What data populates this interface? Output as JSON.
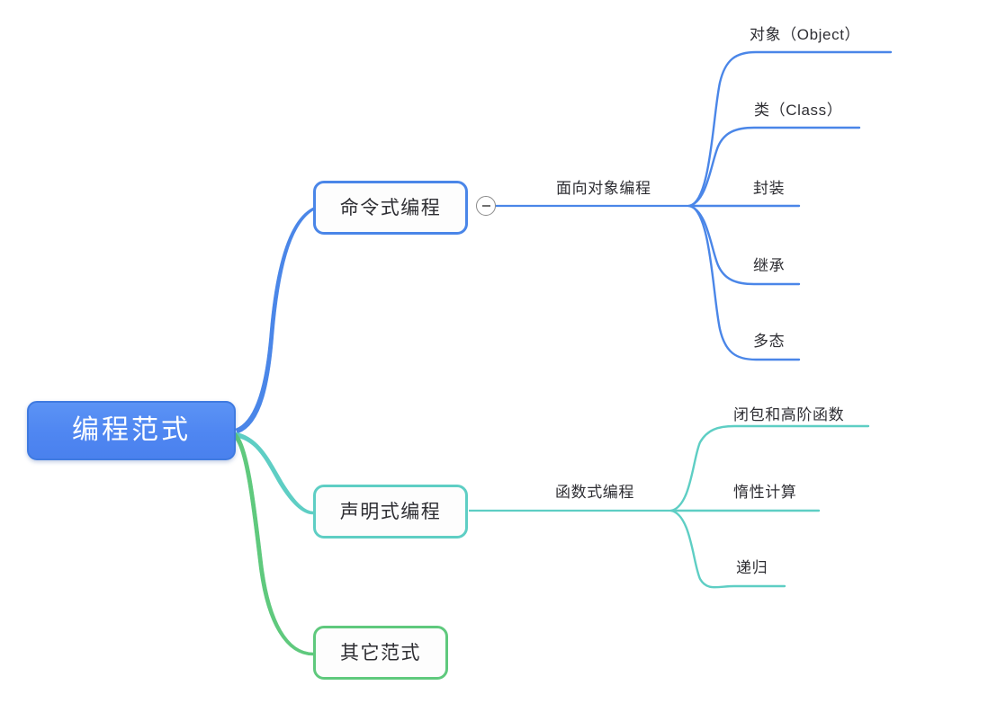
{
  "diagram": {
    "type": "mind-map",
    "title": "编程范式",
    "background": "#ffffff",
    "colors": {
      "root_fill": "#4f86f1",
      "root_border": "#3f7ae0",
      "root_text": "#ffffff",
      "imperative_branch": "#4a86e8",
      "declarative_branch": "#5ecec4",
      "other_branch": "#5fc97d",
      "text": "#2e2e33"
    }
  },
  "root": {
    "label": "编程范式"
  },
  "branches": [
    {
      "id": "imperative",
      "label": "命令式编程",
      "color": "#4a86e8",
      "toggle": {
        "state": "expanded",
        "icon": "minus-circle-icon",
        "label": "−"
      },
      "children": [
        {
          "id": "oop",
          "label": "面向对象编程",
          "children": [
            {
              "label": "对象（Object）"
            },
            {
              "label": "类（Class）"
            },
            {
              "label": "封装"
            },
            {
              "label": "继承"
            },
            {
              "label": "多态"
            }
          ]
        }
      ]
    },
    {
      "id": "declarative",
      "label": "声明式编程",
      "color": "#5ecec4",
      "children": [
        {
          "id": "functional",
          "label": "函数式编程",
          "children": [
            {
              "label": "闭包和高阶函数"
            },
            {
              "label": "惰性计算"
            },
            {
              "label": "递归"
            }
          ]
        }
      ]
    },
    {
      "id": "other",
      "label": "其它范式",
      "color": "#5fc97d",
      "children": []
    }
  ]
}
